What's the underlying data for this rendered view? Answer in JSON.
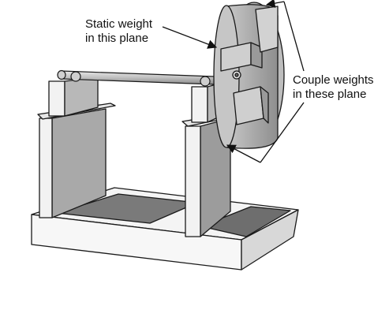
{
  "labels": {
    "static_line1": "Static weight",
    "static_line2": "in this plane",
    "couple_line1": "Couple weights",
    "couple_line2": "in these plane"
  },
  "colors": {
    "outline": "#1a1a1a",
    "base_top": "#f4f4f4",
    "base_side": "#d8d8d8",
    "rail_dark": "#6e6e6e",
    "post_front": "#f2f2f2",
    "post_side": "#a9a9a9",
    "shaft": "#bcbcbc",
    "rotor": "#9c9c9c",
    "weight": "#c8c8c8"
  }
}
